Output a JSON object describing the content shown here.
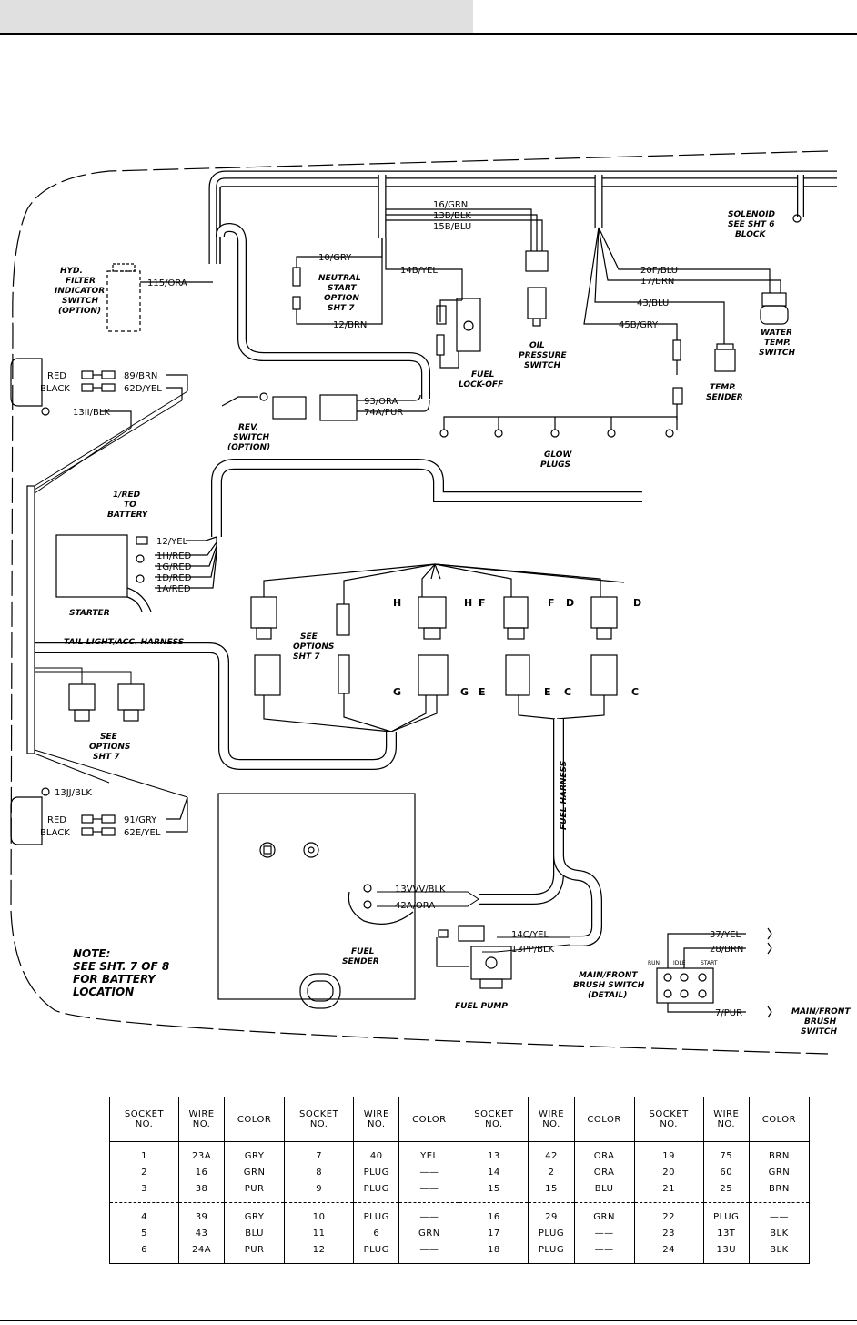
{
  "wires": {
    "w115_ora": "115/ORA",
    "w16_grn": "16/GRN",
    "w13b_blk": "13B/BLK",
    "w15b_blu": "15B/BLU",
    "w10_gry": "10/GRY",
    "w14b_yel": "14B/YEL",
    "w12_brn": "12/BRN",
    "w20f_blu": "20F/BLU",
    "w17_brn": "17/BRN",
    "w43_blu": "43/BLU",
    "w45b_gry": "45B/GRY",
    "w89_brn": "89/BRN",
    "w62d_yel": "62D/YEL",
    "w13ii_blk": "13II/BLK",
    "w93_ora": "93/ORA",
    "w74a_pur": "74A/PUR",
    "w12_yel": "12/YEL",
    "w1h_red": "1H/RED",
    "w1g_red": "1G/RED",
    "w1d_red": "1D/RED",
    "w1a_red": "1A/RED",
    "w13jj_blk": "13JJ/BLK",
    "w91_gry": "91/GRY",
    "w62e_yel": "62E/YEL",
    "w13vvv_blk": "13VVV/BLK",
    "w42a_ora": "42A/ORA",
    "w14c_yel": "14C/YEL",
    "w13pp_blk": "13PP/BLK",
    "w37_yel": "37/YEL",
    "w28_brn": "28/BRN",
    "w7_pur": "7/PUR",
    "red": "RED",
    "black": "BLACK"
  },
  "captions": {
    "hyd_filter": [
      "HYD.",
      "FILTER",
      "INDICATOR",
      "SWITCH",
      "(OPTION)"
    ],
    "neutral_start": [
      "NEUTRAL",
      "START",
      "OPTION",
      "SHT 7"
    ],
    "oil_pressure": [
      "OIL",
      "PRESSURE",
      "SWITCH"
    ],
    "fuel_lockoff": [
      "FUEL",
      "LOCK-OFF"
    ],
    "solenoid": [
      "SOLENOID",
      "SEE SHT 6",
      "BLOCK"
    ],
    "water_temp": [
      "WATER",
      "TEMP.",
      "SWITCH"
    ],
    "temp_sender": [
      "TEMP.",
      "SENDER"
    ],
    "rev_switch": [
      "REV.",
      "SWITCH",
      "(OPTION)"
    ],
    "glow_plugs": [
      "GLOW",
      "PLUGS"
    ],
    "red_battery": [
      "1/RED",
      "TO",
      "BATTERY"
    ],
    "starter": "STARTER",
    "see_options_1": [
      "SEE",
      "OPTIONS",
      "SHT 7"
    ],
    "tail_light": "TAIL LIGHT/ACC. HARNESS",
    "see_options_2": [
      "SEE",
      "OPTIONS",
      "SHT 7"
    ],
    "fuel_harness": "FUEL HARNESS",
    "fuel_sender": [
      "FUEL",
      "SENDER"
    ],
    "fuel_pump": "FUEL PUMP",
    "brush_detail": [
      "MAIN/FRONT",
      "BRUSH SWITCH",
      "(DETAIL)"
    ],
    "brush_switch": [
      "MAIN/FRONT",
      "BRUSH",
      "SWITCH"
    ],
    "run": "RUN",
    "idle": "IDLE",
    "start": "START",
    "note": [
      "NOTE:",
      "SEE SHT. 7 OF 8",
      "FOR BATTERY",
      "LOCATION"
    ]
  },
  "letters": [
    "H",
    "H",
    "F",
    "F",
    "D",
    "D",
    "G",
    "G",
    "E",
    "E",
    "C",
    "C"
  ],
  "table": {
    "headers": [
      [
        "SOCKET",
        "NO."
      ],
      [
        "WIRE",
        "NO."
      ],
      [
        "COLOR",
        ""
      ],
      [
        "SOCKET",
        "NO."
      ],
      [
        "WIRE",
        "NO."
      ],
      [
        "COLOR",
        ""
      ],
      [
        "SOCKET",
        "NO."
      ],
      [
        "WIRE",
        "NO."
      ],
      [
        "COLOR",
        ""
      ],
      [
        "SOCKET",
        "NO."
      ],
      [
        "WIRE",
        "NO."
      ],
      [
        "COLOR",
        ""
      ]
    ],
    "rows": [
      [
        "1",
        "23A",
        "GRY",
        "7",
        "40",
        "YEL",
        "13",
        "42",
        "ORA",
        "19",
        "75",
        "BRN"
      ],
      [
        "2",
        "16",
        "GRN",
        "8",
        "PLUG",
        "——",
        "14",
        "2",
        "ORA",
        "20",
        "60",
        "GRN"
      ],
      [
        "3",
        "38",
        "PUR",
        "9",
        "PLUG",
        "——",
        "15",
        "15",
        "BLU",
        "21",
        "25",
        "BRN"
      ],
      [
        "4",
        "39",
        "GRY",
        "10",
        "PLUG",
        "——",
        "16",
        "29",
        "GRN",
        "22",
        "PLUG",
        "——"
      ],
      [
        "5",
        "43",
        "BLU",
        "11",
        "6",
        "GRN",
        "17",
        "PLUG",
        "——",
        "23",
        "13T",
        "BLK"
      ],
      [
        "6",
        "24A",
        "PUR",
        "12",
        "PLUG",
        "——",
        "18",
        "PLUG",
        "——",
        "24",
        "13U",
        "BLK"
      ]
    ]
  }
}
